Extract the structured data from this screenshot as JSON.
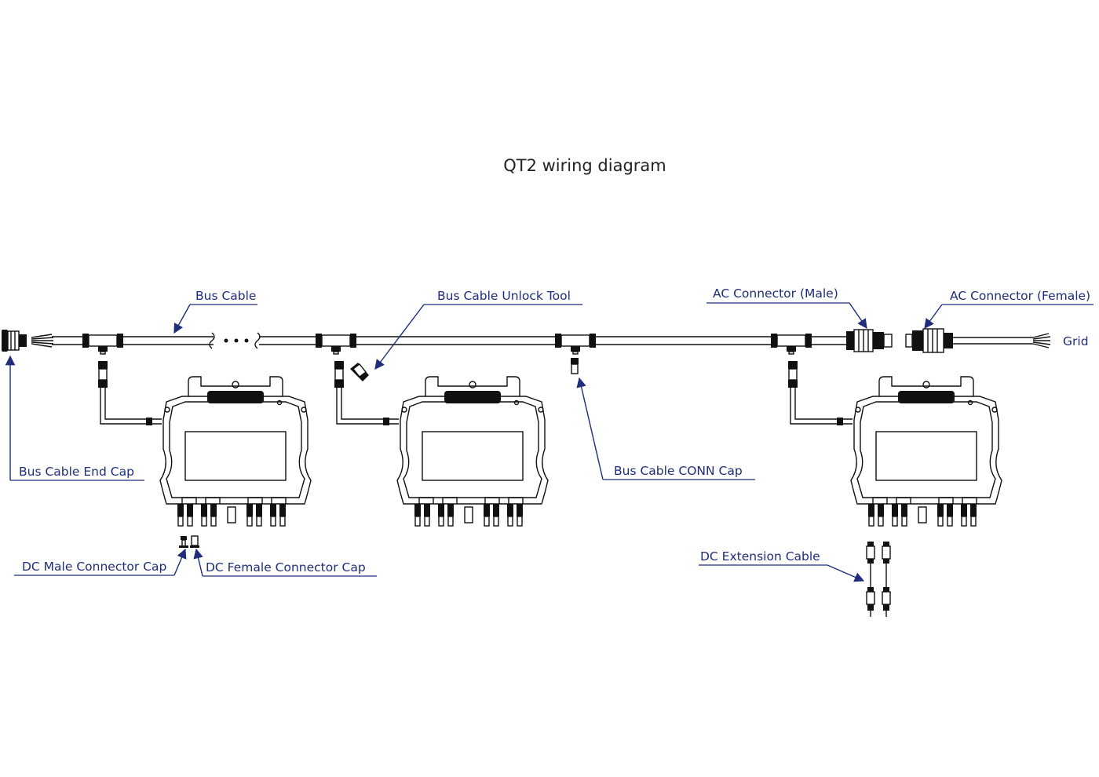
{
  "title": "QT2 wiring diagram",
  "labels": {
    "bus_cable": "Bus Cable",
    "bus_cable_unlock_tool": "Bus Cable Unlock Tool",
    "ac_connector_male": "AC Connector (Male)",
    "ac_connector_female": "AC Connector (Female)",
    "grid": "Grid",
    "bus_cable_end_cap": "Bus Cable End Cap",
    "bus_cable_conn_cap": "Bus Cable CONN Cap",
    "dc_male_connector_cap": "DC Male Connector Cap",
    "dc_female_connector_cap": "DC Female Connector Cap",
    "dc_extension_cable": "DC Extension Cable"
  },
  "colors": {
    "label": "#1f2d7a",
    "line_art": "#111111",
    "background": "#ffffff"
  },
  "icons": [
    "microinverter-icon",
    "t-connector-icon",
    "ac-connector-icon",
    "end-cap-icon",
    "unlock-tool-icon",
    "dc-cap-icon",
    "dc-extension-cable-icon",
    "arrow-icon"
  ]
}
